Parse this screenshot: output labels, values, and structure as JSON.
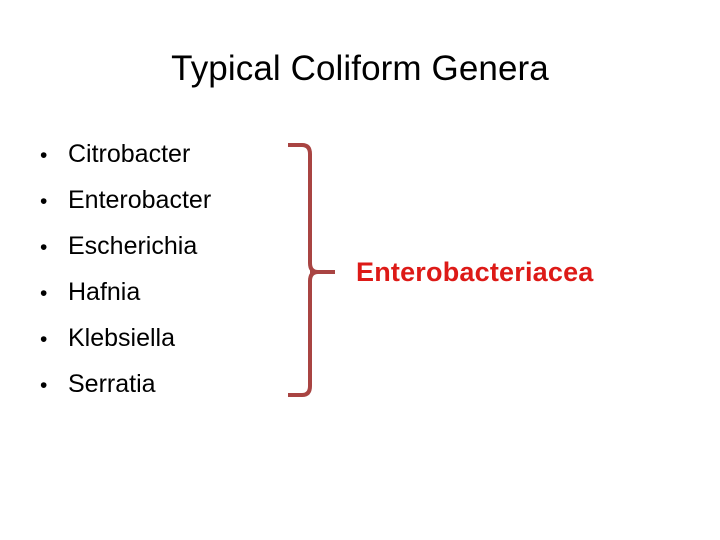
{
  "slide": {
    "title": "Typical Coliform Genera",
    "background_color": "#ffffff",
    "text_color": "#000000"
  },
  "genera_list": {
    "bullet_glyph": "•",
    "items": [
      {
        "label": "Citrobacter"
      },
      {
        "label": "Enterobacter"
      },
      {
        "label": "Escherichia"
      },
      {
        "label": "Hafnia"
      },
      {
        "label": "Klebsiella"
      },
      {
        "label": "Serratia"
      }
    ]
  },
  "grouping": {
    "brace_color": "#a94442",
    "family_label": "Enterobacteriacea",
    "family_label_color": "#dd1a17"
  }
}
